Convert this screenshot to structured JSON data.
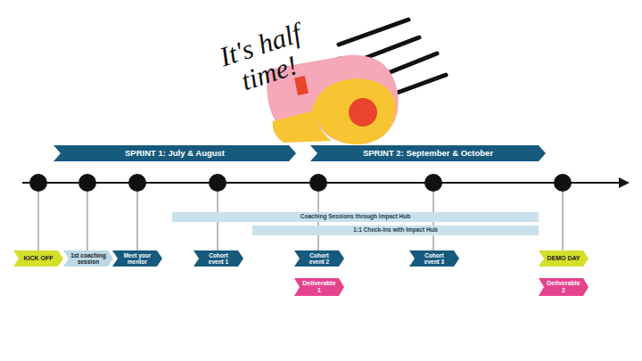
{
  "diagram": {
    "title": "It's half time!",
    "nodes": [
      {
        "text": [
          "SPRINT 1: July & August"
        ]
      },
      {
        "text": [
          "SPRINT 2: September & October"
        ]
      },
      {
        "text": [
          "Coaching Sessions through Impact Hub"
        ]
      },
      {
        "text": [
          "1:1 Check-ins with Impact Hub"
        ]
      },
      {
        "text": [
          "KICK OFF"
        ]
      },
      {
        "text": [
          "1st coaching session"
        ]
      },
      {
        "text": [
          "Meet your mentor"
        ]
      },
      {
        "text": [
          "Cohort event 1"
        ]
      },
      {
        "text": [
          "Cohort event 2"
        ]
      },
      {
        "text": [
          "Deliverable 1"
        ]
      },
      {
        "text": [
          "Cohort event 3"
        ]
      },
      {
        "text": [
          "DEMO DAY"
        ]
      },
      {
        "text": [
          "Deliverable 2"
        ]
      }
    ]
  }
}
